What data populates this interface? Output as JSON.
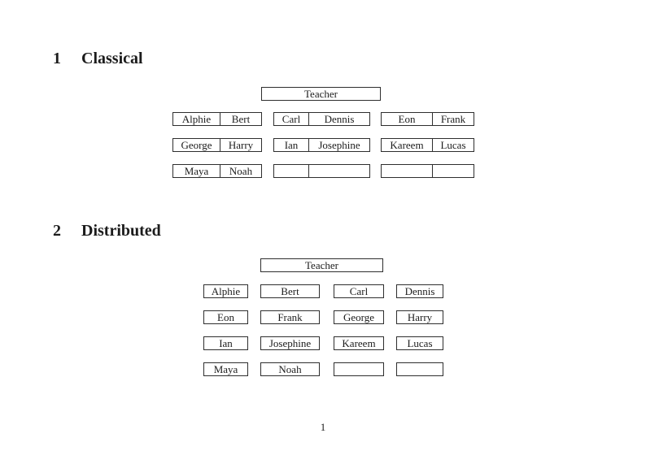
{
  "page": {
    "number": "1"
  },
  "sections": {
    "classical": {
      "number": "1",
      "title": "Classical",
      "teacher_label": "Teacher",
      "desks": [
        {
          "left": "Alphie",
          "right": "Bert"
        },
        {
          "left": "Carl",
          "right": "Dennis"
        },
        {
          "left": "Eon",
          "right": "Frank"
        },
        {
          "left": "George",
          "right": "Harry"
        },
        {
          "left": "Ian",
          "right": "Josephine"
        },
        {
          "left": "Kareem",
          "right": "Lucas"
        },
        {
          "left": "Maya",
          "right": "Noah"
        },
        {
          "left": "",
          "right": ""
        },
        {
          "left": "",
          "right": ""
        }
      ]
    },
    "distributed": {
      "number": "2",
      "title": "Distributed",
      "teacher_label": "Teacher",
      "desks": [
        "Alphie",
        "Bert",
        "Carl",
        "Dennis",
        "Eon",
        "Frank",
        "George",
        "Harry",
        "Ian",
        "Josephine",
        "Kareem",
        "Lucas",
        "Maya",
        "Noah",
        "",
        ""
      ]
    }
  },
  "colors": {
    "box_border": "#2e2e2e",
    "text": "#1c1c1c",
    "background": "#ffffff"
  }
}
